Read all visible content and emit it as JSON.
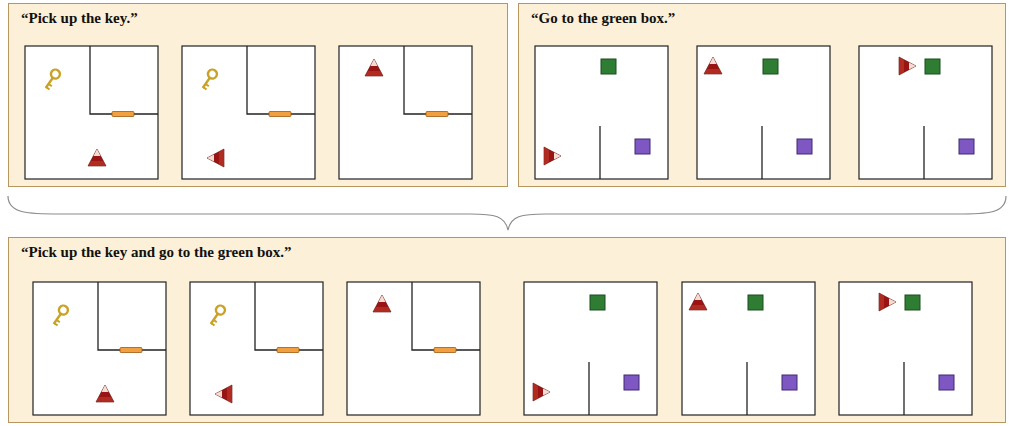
{
  "diagram": {
    "nodes": [
      {
        "text": [
          "“Pick up the key.”"
        ]
      },
      {
        "text": [
          "“Go to the green box.”"
        ]
      },
      {
        "text": [
          "“Pick up the key and go to the green box.”"
        ]
      }
    ]
  }
}
